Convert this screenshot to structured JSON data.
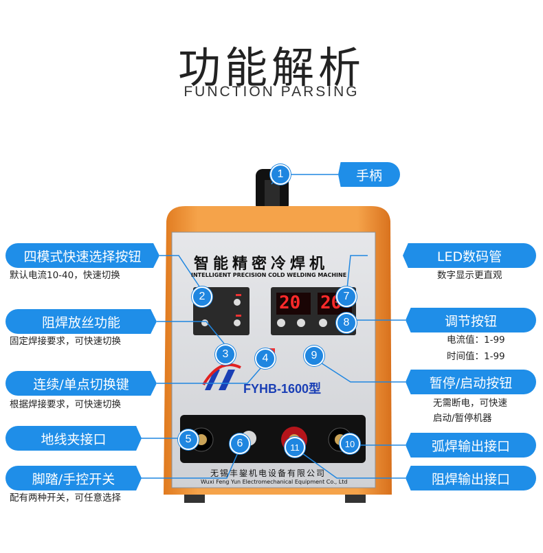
{
  "header": {
    "title": "功能解析",
    "subtitle": "FUNCTION PARSING"
  },
  "machine": {
    "name_cn": "智能精密冷焊机",
    "name_en": "INTELLIGENT PRECISION COLD WELDING MACHINE",
    "model": "FYHB-1600型",
    "maker_cn": "无锡丰鋆机电设备有限公司",
    "maker_en": "Wuxi Feng Yun Electromechanical Equipment Co., Ltd",
    "display_left": "20",
    "display_right": "20"
  },
  "callouts": [
    {
      "id": "1",
      "label": "手柄"
    },
    {
      "id": "2",
      "label": "四模式快速选择按钮",
      "desc": [
        "默认电流10-40，快速切换"
      ]
    },
    {
      "id": "3",
      "label": "阻焊放丝功能",
      "desc": [
        "固定焊接要求，可快速切换"
      ]
    },
    {
      "id": "4",
      "label": "连续/单点切换键",
      "desc": [
        "根据焊接要求，可快速切换"
      ]
    },
    {
      "id": "5",
      "label": "地线夹接口"
    },
    {
      "id": "6",
      "label": "脚踏/手控开关",
      "desc": [
        "配有两种开关，可任意选择"
      ]
    },
    {
      "id": "7",
      "label": "LED数码管",
      "desc": [
        "数字显示更直观"
      ]
    },
    {
      "id": "8",
      "label": "调节按钮",
      "desc": [
        "电流值：1-99",
        "时间值：1-99"
      ]
    },
    {
      "id": "9",
      "label": "暂停/启动按钮",
      "desc": [
        "无需断电，可快速",
        "启动/暂停机器"
      ]
    },
    {
      "id": "10",
      "label": "弧焊输出接口"
    },
    {
      "id": "11",
      "label": "阻焊输出接口"
    }
  ]
}
